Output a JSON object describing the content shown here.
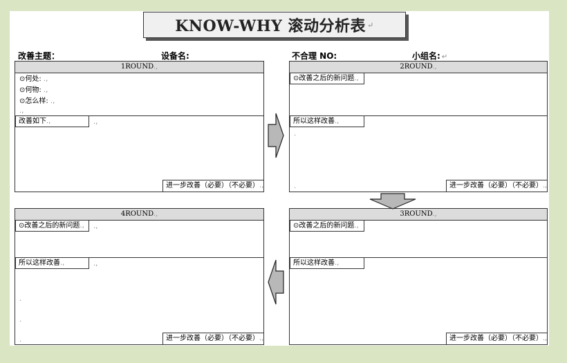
{
  "title": "KNOW-WHY 滚动分析表",
  "title_mark": "↵",
  "header": {
    "improve_topic": "改善主题：",
    "equipment": "设备名:",
    "nonconform_no": "不合理 NO:",
    "team": "小组名:",
    "team_mark": "↵"
  },
  "panels": {
    "r1": {
      "head": "1ROUND",
      "lines": [
        "⊙何处:",
        "⊙何物:",
        "⊙怎么样:"
      ],
      "label": "改善如下",
      "footer": "进一步改善（必要）（不必要）"
    },
    "r2": {
      "head": "2ROUND",
      "top_label": "⊙改善之后的新问题",
      "bottom_label": "所以这样改善",
      "footer": "进一步改善（必要）（不必要）"
    },
    "r3": {
      "head": "3ROUND",
      "top_label": "⊙改善之后的新问题",
      "bottom_label": "所以这样改善",
      "footer": "进一步改善（必要）（不必要）"
    },
    "r4": {
      "head": "4ROUND",
      "top_label": "⊙改善之后的新问题",
      "bottom_label": "所以这样改善",
      "footer": "进一步改善（必要）（不必要）"
    }
  },
  "colors": {
    "background": "#d9e5c3",
    "panel_header": "#dcdcdc",
    "arrow_fill": "#b8b8b8"
  },
  "icons": {
    "arrow_right": "arrow-right-icon",
    "arrow_down": "arrow-down-icon",
    "arrow_left": "arrow-left-icon"
  }
}
